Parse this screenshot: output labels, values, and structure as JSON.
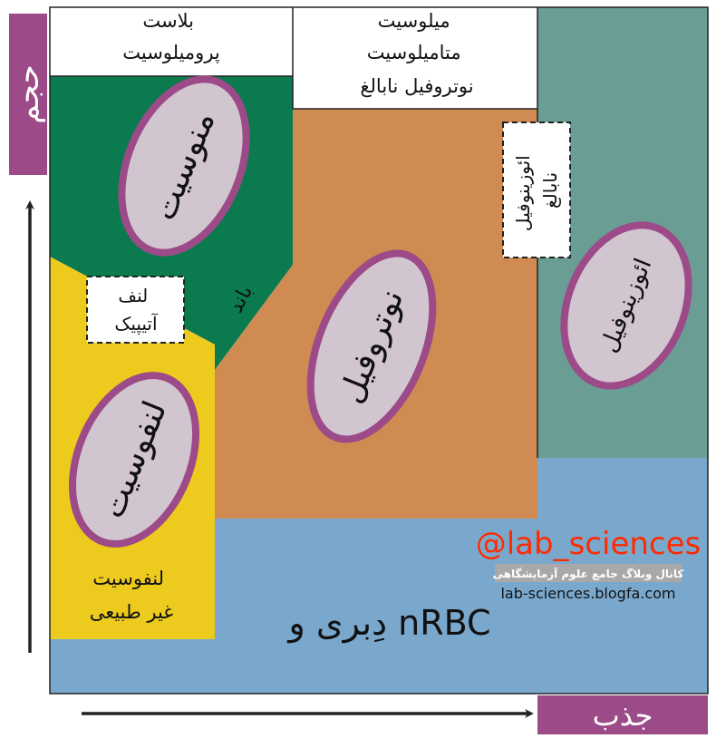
{
  "diagram": {
    "axes": {
      "y_label": "حجم",
      "x_label": "جذب"
    },
    "regions": {
      "blast": {
        "line1": "بلاست",
        "line2": "پرومیلوسیت"
      },
      "myelocyte": {
        "line1": "میلوسیت",
        "line2": "متامیلوسیت",
        "line3": "نوتروفیل نابالغ"
      },
      "monocyte": "منوسیت",
      "band": "باند",
      "atypical_lymph": {
        "line1": "لنف",
        "line2": "آتیپیک"
      },
      "lymphocyte": "لنفوسیت",
      "abnormal_lymph": {
        "line1": "لنفوسیت",
        "line2": "غیر طبیعی"
      },
      "neutrophil": "نوتروفیل",
      "immature_eos": {
        "line1": "ائوزینوفیل",
        "line2": "نابالغ"
      },
      "eosinophil": "ائوزینوفیل",
      "debris": "دِبری و nRBC"
    },
    "watermark": {
      "handle": "@lab_sciences",
      "subtitle": "کانال وبلاگ جامع علوم آزمایشگاهی",
      "url": "lab-sciences.blogfa.com"
    },
    "colors": {
      "green": "#0b7a4f",
      "yellow": "#ecca1e",
      "orange": "#cf8b51",
      "teal": "#6a9e95",
      "blue": "#7aa8cd",
      "purple": "#9c4a88",
      "cell_fill": "#d1c5d0",
      "watermark_red": "#ff2a00"
    }
  }
}
